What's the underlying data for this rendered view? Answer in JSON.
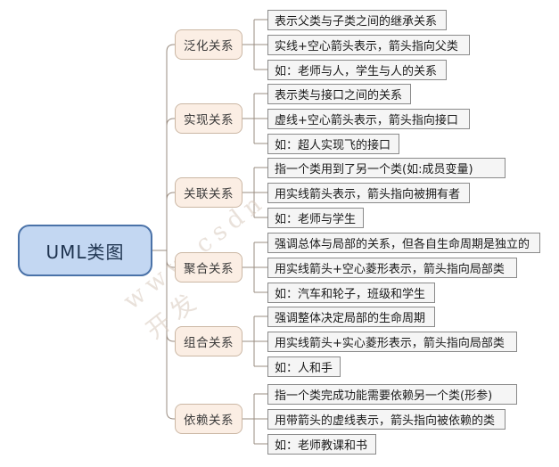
{
  "diagram": {
    "root": {
      "label": "UML类图"
    },
    "watermark": {
      "line1": "www.csdn",
      "line2": "开发"
    },
    "colors": {
      "root_fill": "#c3d7f2",
      "root_border": "#4a72a8",
      "branch_fill": "#fbeee4",
      "branch_border": "#cbb7a4",
      "leaf_fill": "#f5f5f5",
      "leaf_border": "#8a8a8a",
      "edge": "#9a8c80"
    },
    "branches": [
      {
        "label": "泛化关系",
        "leaves": [
          "表示父类与子类之间的继承关系",
          "实线+空心箭头表示，箭头指向父类",
          "如：老师与人，学生与人的关系"
        ]
      },
      {
        "label": "实现关系",
        "leaves": [
          "表示类与接口之间的关系",
          "虚线+空心箭头表示，箭头指向接口",
          "如：超人实现飞的接口"
        ]
      },
      {
        "label": "关联关系",
        "leaves": [
          "指一个类用到了另一个类(如:成员变量)",
          "用实线箭头表示，箭头指向被拥有者",
          "如：老师与学生"
        ]
      },
      {
        "label": "聚合关系",
        "leaves": [
          "强调总体与局部的关系，但各自生命周期是独立的",
          "用实线箭头+空心菱形表示，箭头指向局部类",
          "如：汽车和轮子，班级和学生"
        ]
      },
      {
        "label": "组合关系",
        "leaves": [
          "强调整体决定局部的生命周期",
          "用实线箭头+实心菱形表示，箭头指向局部类",
          "如：人和手"
        ]
      },
      {
        "label": "依赖关系",
        "leaves": [
          "指一个类完成功能需要依赖另一个类(形参)",
          "用带箭头的虚线表示，箭头指向被依赖的类",
          "如：老师教课和书"
        ]
      }
    ]
  }
}
